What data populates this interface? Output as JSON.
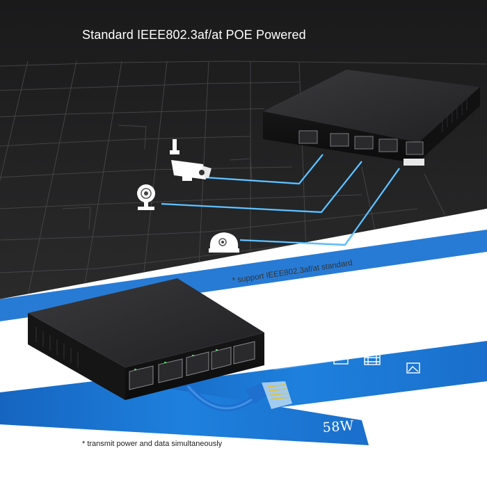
{
  "headline": "Standard IEEE802.3af/at POE Powered",
  "note_standard": "* support IEEE802.3af/at standard",
  "note_transmit": "* transmit power and data simultaneously",
  "power_label": "58W",
  "colors": {
    "background_dark": "#1b1b1c",
    "accent_blue": "#1d7ad8",
    "cable_glow": "#36a9f5",
    "cable_yellow": "#e8c126"
  },
  "icons": [
    "bullet-camera-icon",
    "webcam-icon",
    "dome-camera-icon",
    "envelope-icon",
    "film-icon",
    "picture-icon"
  ]
}
